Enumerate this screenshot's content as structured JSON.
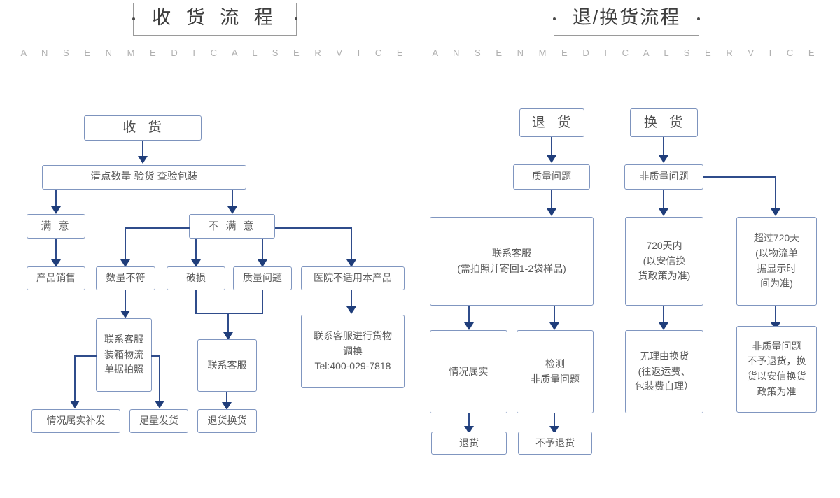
{
  "page": {
    "background": "#ffffff",
    "accent_border": "#8096c0",
    "connector_color": "#2f4c8b",
    "text_color": "#5a5a5a"
  },
  "sections": [
    {
      "id": "receiving",
      "title": "收 货 流 程",
      "subtitle": "A N S E N   M E D I C A L   S E R V I C E"
    },
    {
      "id": "return-exchange",
      "title": "退/换货流程",
      "subtitle": "A N S E N   M E D I C A L   S E R V I C E"
    }
  ],
  "flow_receiving": {
    "nodes": {
      "start": "收 货",
      "check": "清点数量 验货 查验包装",
      "satisfied": "满 意",
      "unsatisfied": "不 满 意",
      "product_sales": "产品销售",
      "qty_mismatch": "数量不符",
      "damaged": "破损",
      "quality_issue": "质量问题",
      "hospital_unsuitable": "医院不适用本产品",
      "contact_service_photo": "联系客服\n装箱物流\n单据拍照",
      "contact_service": "联系客服",
      "contact_service_exchange": "联系客服进行货物\n调换\nTel:400-029-7818",
      "situation_true_resend": "情况属实补发",
      "full_shipment": "足量发货",
      "return_exchange": "退货换货"
    },
    "phone": "Tel:400-029-7818"
  },
  "flow_return": {
    "nodes": {
      "return_start": "退 货",
      "exchange_start": "换 货",
      "quality_issue": "质量问题",
      "non_quality_issue": "非质量问题",
      "contact_service_sample": "联系客服\n(需拍照并寄回1-2袋样品)",
      "within_720": "720天内\n(以安信换\n货政策为准)",
      "over_720": "超过720天\n(以物流单\n据显示时\n间为准)",
      "situation_true": "情况属实",
      "detect_non_quality": "检测\n非质量问题",
      "no_reason_exchange": "无理由换货\n(往返运费、\n包装费自理）",
      "non_quality_no_return": "非质量问题\n不予退货，换\n货以安信换货\n政策为准",
      "do_return": "退货",
      "no_return": "不予退货"
    }
  }
}
